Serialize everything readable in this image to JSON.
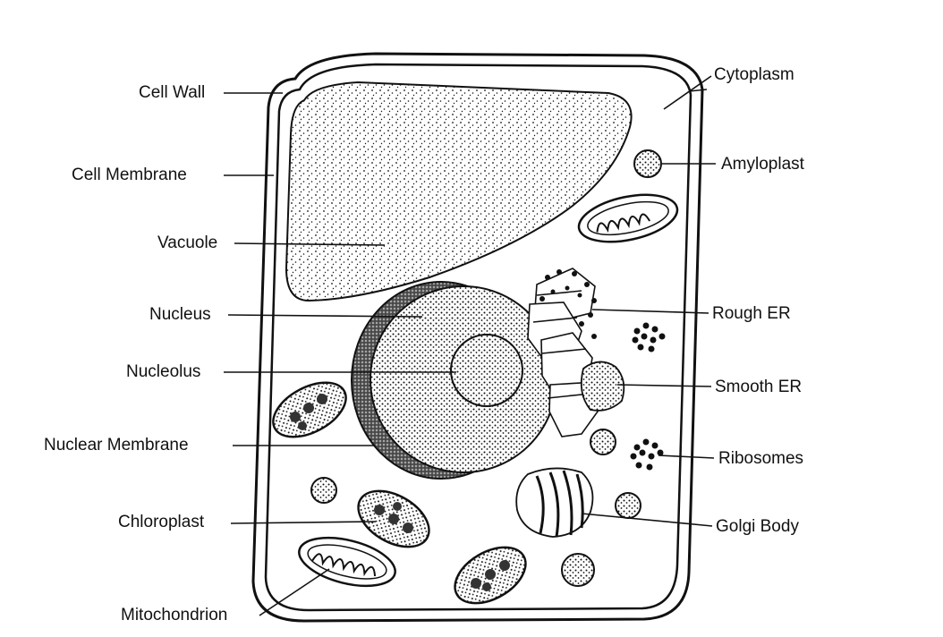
{
  "labels": {
    "cell_wall": "Cell Wall",
    "cell_membrane": "Cell Membrane",
    "vacuole": "Vacuole",
    "nucleus": "Nucleus",
    "nucleolus": "Nucleolus",
    "nuclear_membrane": "Nuclear Membrane",
    "chloroplast": "Chloroplast",
    "mitochondrion": "Mitochondrion",
    "cytoplasm": "Cytoplasm",
    "amyloplast": "Amyloplast",
    "rough_er": "Rough ER",
    "smooth_er": "Smooth ER",
    "ribosomes": "Ribosomes",
    "golgi_body": "Golgi Body"
  },
  "colors": {
    "ink": "#111111",
    "paper": "#ffffff"
  }
}
